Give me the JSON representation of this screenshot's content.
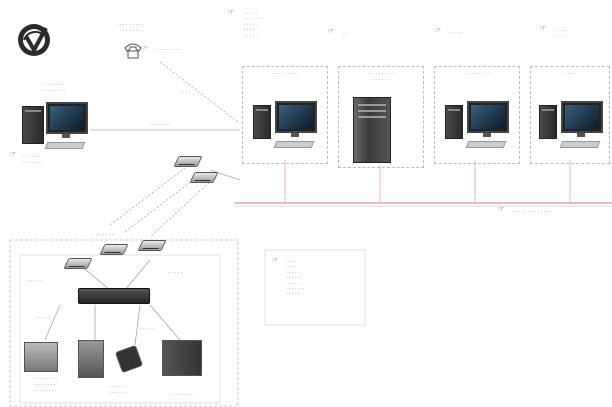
{
  "top_left": {
    "logo_icon": "company-logo-icon",
    "label_top": "· · · · · · · · ·\n· · · · ·",
    "modem_tag": "· · · · · · · · ·",
    "workstation_label": "· · · · · · ·\n· · · · · · · ·",
    "workstation_tag": "· · · · · ·\n· · · · · · ·"
  },
  "top_legend": {
    "items": [
      "· · · · ·",
      "· · · · · · ·",
      "· · · · ·",
      "· · · ·",
      "· · · · ·"
    ],
    "side_tag": "· ·"
  },
  "station_tags": [
    "· · · ·",
    "· · · ·\n· · · ·"
  ],
  "panels": [
    {
      "title": "· · · · · · · · ·"
    },
    {
      "title": "· · · · · · · ·\n· · · · · ·"
    },
    {
      "title": "· · · · · · · ·"
    },
    {
      "title": "· · · ·"
    }
  ],
  "links": {
    "top_link_label": "· · · · · · ·",
    "diag_label": "· · · ·",
    "network_tag": "· · · · · · · · · · · · ·"
  },
  "bottom_left": {
    "modem_label": "· · · · · ·",
    "switch_label_left": "· · · · ·",
    "switch_label_right": "· · · · ·",
    "port_labels": [
      "· · · · ·",
      "· · · · ·"
    ],
    "device_labels": [
      "· · · · · · · ·\n· · · · · · ·\n· · · · · ·",
      "· · · · · ·\n· · · · · ·",
      "· · · · · · · ·"
    ]
  },
  "mid_list": {
    "items": [
      "· · · ·",
      "· · · ·",
      "· · · · ·",
      "· · · · · ·",
      "· · · · · ·",
      "· · · · · · ·",
      "· · · · ·"
    ]
  },
  "colors": {
    "network_line": "#e6a0a8",
    "panel_border": "#bbbbbb"
  }
}
